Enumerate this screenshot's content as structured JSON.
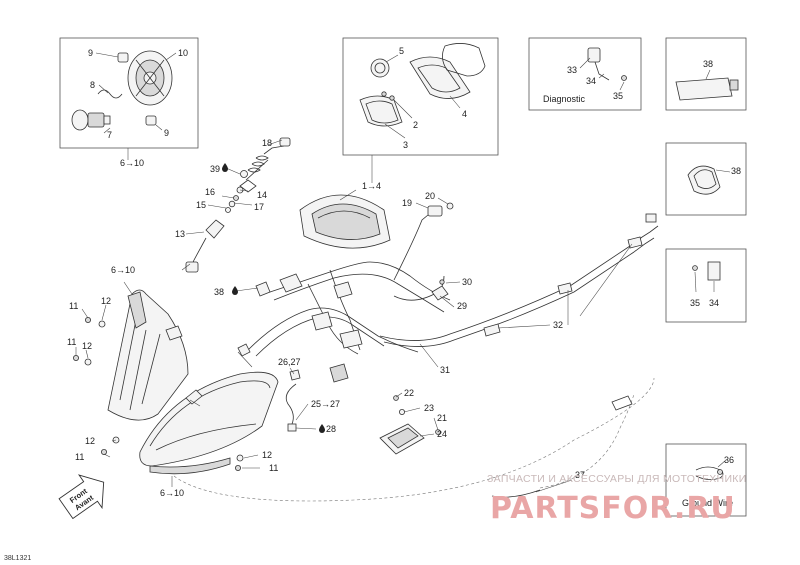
{
  "drawing_code": "38L1321",
  "callouts": {
    "c9a": "9",
    "c10": "10",
    "c8": "8",
    "c7": "7",
    "c9b": "9",
    "range_top_left": "6→10",
    "c5": "5",
    "c2": "2",
    "c3": "3",
    "c4": "4",
    "c33": "33",
    "c34a": "34",
    "c35a": "35",
    "diagnostic": "Diagnostic",
    "c38a": "38",
    "c38b": "38",
    "c35b": "35",
    "c34b": "34",
    "c18": "18",
    "c39": "39",
    "c14": "14",
    "c16": "16",
    "c17": "17",
    "c15": "15",
    "c13": "13",
    "range_1_4": "1→4",
    "c20": "20",
    "c19": "19",
    "range_mid_left": "6→10",
    "c38c": "38",
    "c11a": "11",
    "c12a": "12",
    "c11b": "11",
    "c12b": "12",
    "c30": "30",
    "c29": "29",
    "c32": "32",
    "c31": "31",
    "c26_27": "26,27",
    "range_25_27": "25→27",
    "c28": "28",
    "c22": "22",
    "c23": "23",
    "c21": "21",
    "c24": "24",
    "c12c": "12",
    "c11c": "11",
    "c12d": "12",
    "c11d": "11",
    "range_bottom": "6→10",
    "c36": "36",
    "ground_wire": "Ground Wire",
    "c37": "37"
  },
  "front_badge": {
    "line1": "Front",
    "line2": "Avant"
  },
  "watermark": {
    "tagline": "ЗАПЧАСТИ И АКСЕССУАРЫ ДЛЯ МОТОТЕХНИКИ",
    "logo": "PARTSFOR.RU"
  }
}
